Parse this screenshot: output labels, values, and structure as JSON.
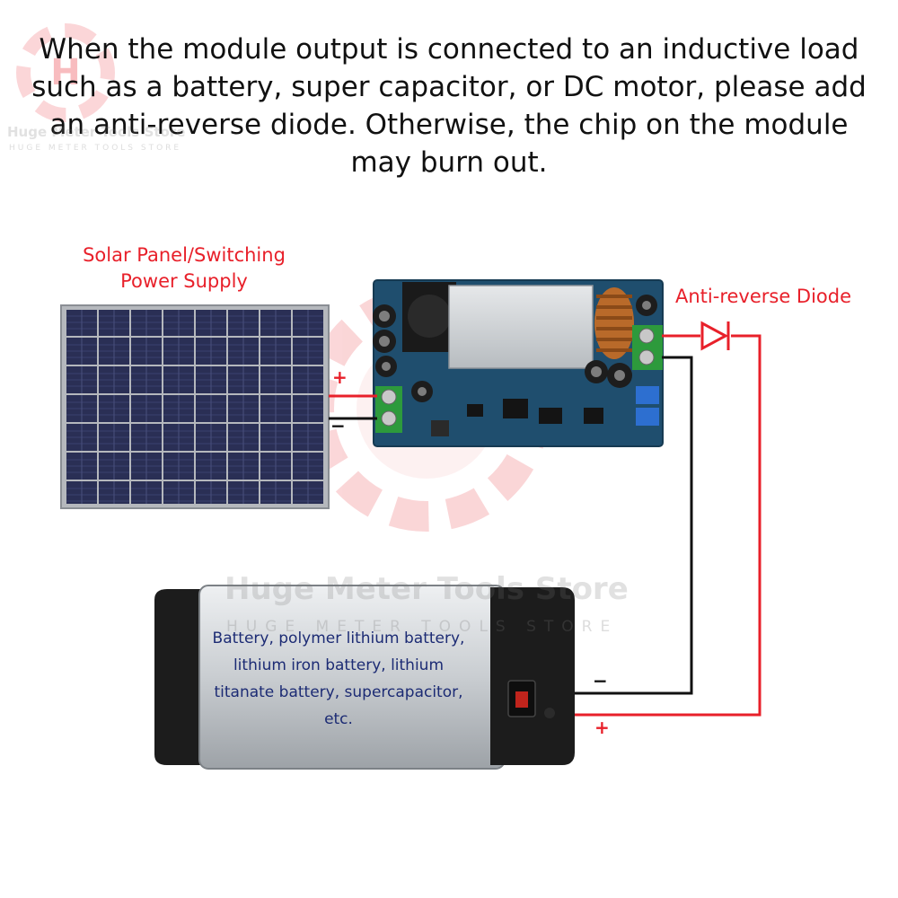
{
  "headline": "When the module output is connected to an inductive load such as a battery, super capacitor, or DC motor, please add an anti-reverse diode. Otherwise, the chip on the module may burn out.",
  "solar_label": {
    "line1": "Solar Panel/Switching",
    "line2": "Power Supply"
  },
  "diode_label": "Anti-reverse Diode",
  "battery_text": {
    "line1": "Battery, polymer lithium battery,",
    "line2": "lithium iron battery, lithium",
    "line3": "titanate battery, supercapacitor,",
    "line4": "etc."
  },
  "signs": {
    "input_plus": "+",
    "input_minus": "−",
    "battery_minus": "−",
    "battery_plus": "+"
  },
  "watermark": {
    "logo_letter": "H",
    "name": "Huge Meter Tools Store",
    "tagline": "HUGE METER TOOLS STORE"
  },
  "colors": {
    "wire_positive": "#e8202a",
    "wire_negative": "#111111",
    "battery_text": "#1c2b74",
    "pcb": "#1f4e6e"
  }
}
